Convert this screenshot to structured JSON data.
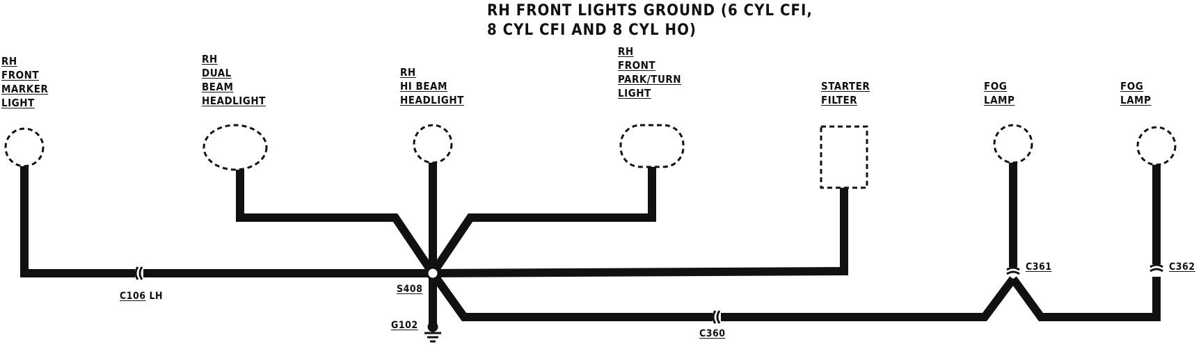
{
  "title": {
    "line1": "RH FRONT LIGHTS GROUND (6 CYL CFI,",
    "line2": "8 CYL CFI AND 8 CYL HO)"
  },
  "components": {
    "rh_front_marker_light": [
      "RH",
      "FRONT",
      "MARKER",
      "LIGHT"
    ],
    "rh_dual_beam_headlight": [
      "RH",
      "DUAL",
      "BEAM",
      "HEADLIGHT"
    ],
    "rh_hi_beam_headlight": [
      "RH",
      "HI BEAM",
      "HEADLIGHT"
    ],
    "rh_front_park_turn_light": [
      "RH",
      "FRONT",
      "PARK/TURN",
      "LIGHT"
    ],
    "starter_filter": [
      "STARTER",
      "FILTER"
    ],
    "fog_lamp_1": [
      "FOG",
      "LAMP"
    ],
    "fog_lamp_2": [
      "FOG",
      "LAMP"
    ]
  },
  "connectors": {
    "c106": "C106",
    "c106_suffix": "LH",
    "s408": "S408",
    "g102": "G102",
    "c360": "C360",
    "c361": "C361",
    "c362": "C362"
  }
}
